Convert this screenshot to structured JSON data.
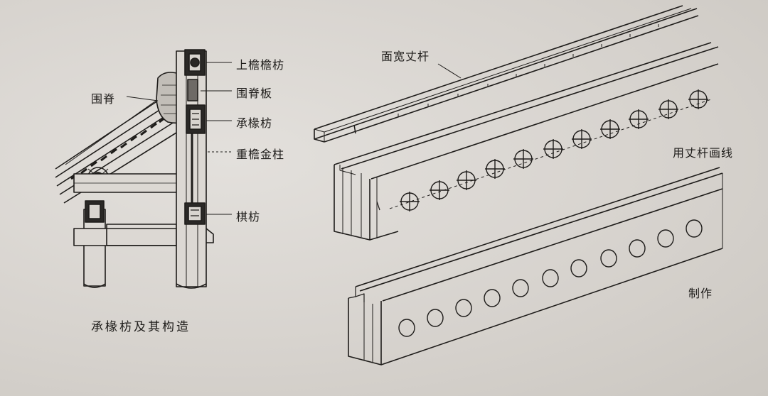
{
  "left_figure": {
    "caption": "承椽枋及其构造",
    "labels": {
      "upper_eave_beam": "上檐檐枋",
      "ridge_wall": "围脊",
      "ridge_board": "围脊板",
      "rafter_bearing_beam": "承椽枋",
      "eave_golden_column": "重檐金柱",
      "tie_beam": "棋枋"
    }
  },
  "right_figure": {
    "labels": {
      "width_rod": "面宽丈杆",
      "marking": "用丈杆画线",
      "making": "制作"
    }
  }
}
